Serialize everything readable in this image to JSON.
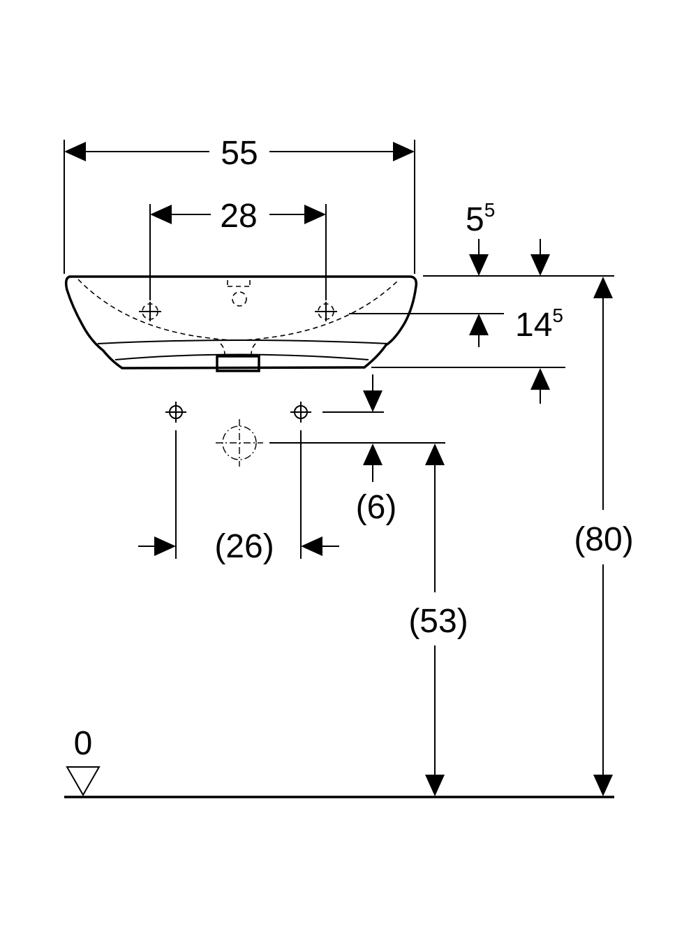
{
  "dimensions": {
    "overall_width": "55",
    "tap_hole_spacing": "28",
    "rim_thickness_main": "5",
    "rim_thickness_sup": "5",
    "tap_to_rim_main": "14",
    "tap_to_rim_sup": "5",
    "supply_drop": "(6)",
    "supply_spacing": "(26)",
    "drain_height": "(53)",
    "rim_height": "(80)",
    "floor_level": "0"
  }
}
